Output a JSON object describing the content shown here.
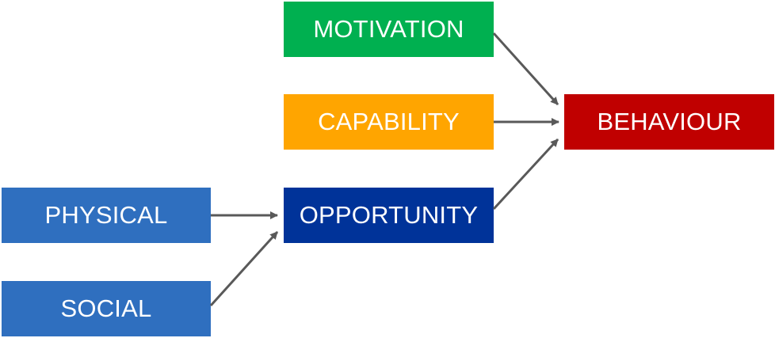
{
  "nodes": {
    "motivation": {
      "label": "MOTIVATION",
      "color": "#00b050"
    },
    "capability": {
      "label": "CAPABILITY",
      "color": "#ffa500"
    },
    "opportunity": {
      "label": "OPPORTUNITY",
      "color": "#003399"
    },
    "behaviour": {
      "label": "BEHAVIOUR",
      "color": "#c00000"
    },
    "physical": {
      "label": "PHYSICAL",
      "color": "#2f6fbf"
    },
    "social": {
      "label": "SOCIAL",
      "color": "#2f6fbf"
    }
  },
  "edges": [
    {
      "from": "motivation",
      "to": "behaviour"
    },
    {
      "from": "capability",
      "to": "behaviour"
    },
    {
      "from": "opportunity",
      "to": "behaviour"
    },
    {
      "from": "physical",
      "to": "opportunity"
    },
    {
      "from": "social",
      "to": "opportunity"
    }
  ],
  "arrow_color": "#595959"
}
